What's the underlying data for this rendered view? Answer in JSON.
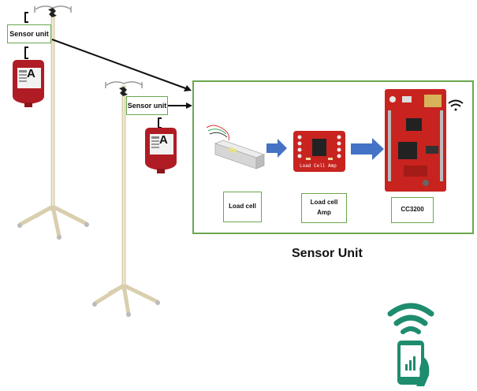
{
  "labels": {
    "sensor_unit_left": "Sensor unit",
    "sensor_unit_right": "Sensor unit",
    "load_cell": "Load cell",
    "load_cell_amp_line1": "Load cell",
    "load_cell_amp_line2": "Amp",
    "cc3200": "CC3200",
    "section_title": "Sensor Unit",
    "blood_bag_letter": "A",
    "amp_board_text": "Load Cell Amp"
  },
  "icons": [
    "iv-pole-icon",
    "blood-bag-icon",
    "load-cell-icon",
    "arrow-icon",
    "amp-board-icon",
    "cc3200-board-icon",
    "wifi-icon",
    "smartphone-icon"
  ],
  "colors": {
    "frame_green": "#6aa84f",
    "arrow_blue": "#4472c4",
    "blood_red": "#b01c24",
    "board_red": "#c8231f",
    "pole_beige": "#e8dfc3",
    "app_teal": "#1e8c6e"
  }
}
